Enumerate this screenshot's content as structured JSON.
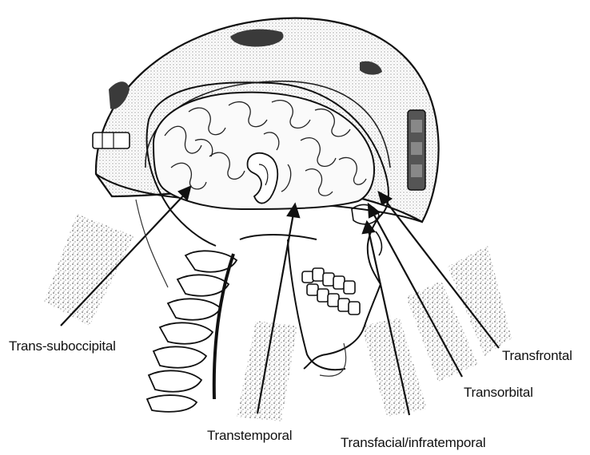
{
  "labels": {
    "trans_suboccipital": "Trans-suboccipital",
    "transtemporal": "Transtemporal",
    "transfacial_infratemporal": "Transfacial/infratemporal",
    "transorbital": "Transorbital",
    "transfrontal": "Transfrontal"
  },
  "colors": {
    "ink": "#111111",
    "helmet_shade": "#d9d9d9",
    "helmet_patch": "#444444",
    "beam_grain": "#555555"
  }
}
